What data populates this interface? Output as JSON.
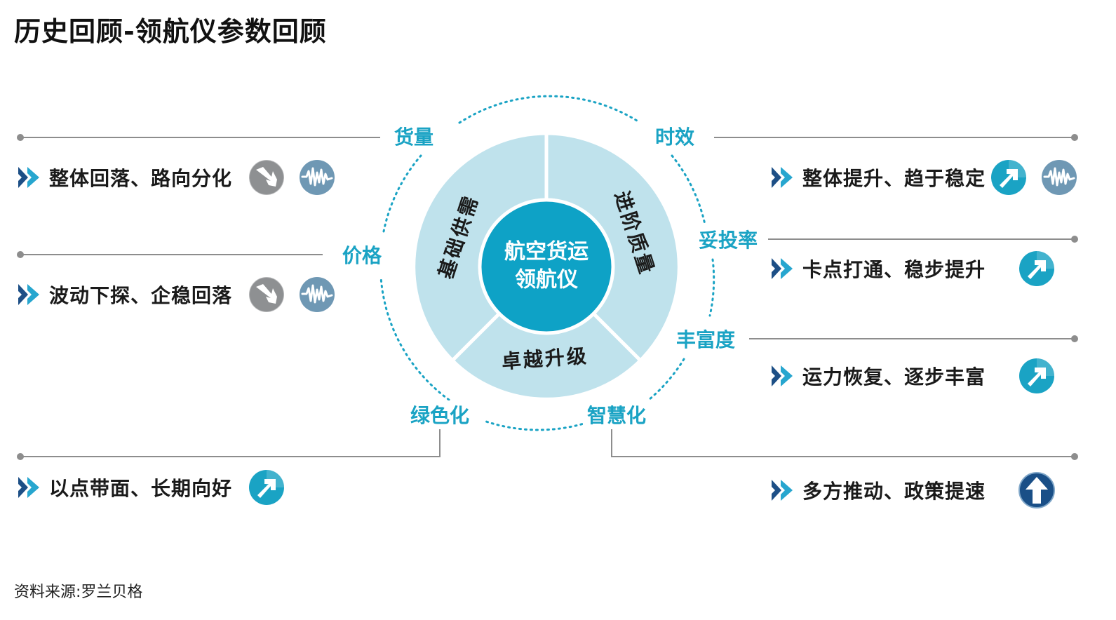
{
  "title": "历史回顾-领航仪参数回顾",
  "source": "资料来源:罗兰贝格",
  "center": {
    "line1": "航空货运",
    "line2": "领航仪"
  },
  "segments": {
    "top_left": "基础供需",
    "top_right": "进阶质量",
    "bottom": "卓越升级"
  },
  "dimensions": {
    "huoliang": "货量",
    "shixiao": "时效",
    "jiage": "价格",
    "tuotoulv": "妥投率",
    "fengfudu": "丰富度",
    "lvsehua": "绿色化",
    "zhihuihua": "智慧化"
  },
  "rows": {
    "huoliang": {
      "text": "整体回落、路向分化",
      "icons": [
        "down-trend-icon",
        "fluctuation-icon"
      ]
    },
    "jiage": {
      "text": "波动下探、企稳回落",
      "icons": [
        "down-trend-icon",
        "fluctuation-icon"
      ]
    },
    "lvsehua": {
      "text": "以点带面、长期向好",
      "icons": [
        "up-trend-icon"
      ]
    },
    "shixiao": {
      "text": "整体提升、趋于稳定",
      "icons": [
        "up-trend-icon",
        "fluctuation-icon"
      ]
    },
    "tuotoulv": {
      "text": "卡点打通、稳步提升",
      "icons": [
        "up-trend-icon"
      ]
    },
    "fengfudu": {
      "text": "运力恢复、逐步丰富",
      "icons": [
        "up-trend-icon"
      ]
    },
    "zhihuihua": {
      "text": "多方推动、政策提速",
      "icons": [
        "strong-up-icon"
      ]
    }
  },
  "colors": {
    "accent": "#1aa3c4",
    "center_fill": "#0ea2c6",
    "ring_fill": "#bfe2ec",
    "down_icon": "#8e9092",
    "fluct_icon": "#6f98b4",
    "strong_up": "#1a4f87",
    "chevron_dark": "#1d4f86",
    "chevron_light": "#27a6cf",
    "line_gray": "#8d8d8d"
  }
}
